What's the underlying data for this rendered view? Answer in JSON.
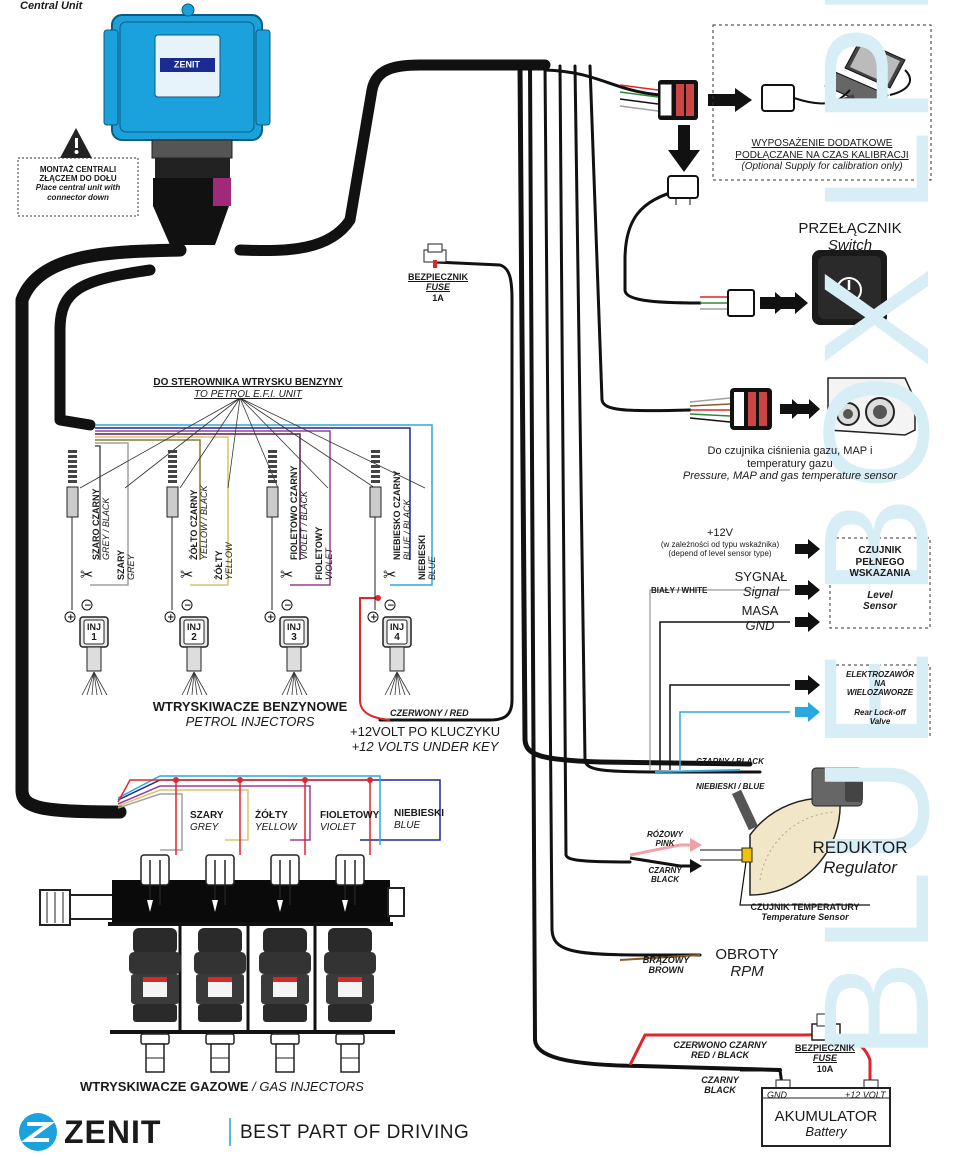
{
  "labels": {
    "central_unit": "Central Unit",
    "mount_note": [
      "MONTAŻ CENTRALI",
      "ZŁĄCZEM DO DOŁU",
      "Place central unit with",
      "connector down"
    ],
    "unit_brand": "ZENIT",
    "fuse_small": [
      "BEZPIECZNIK",
      "FUSE",
      "1A"
    ],
    "petrol_ecu": [
      "DO STEROWNIKA WTRYSKU BENZYNY",
      "TO PETROL E.F.I. UNIT"
    ],
    "calib_box": [
      "WYPOSAŻENIE DODATKOWE",
      "PODŁĄCZANE NA CZAS KALIBRACJI",
      "(Optional Supply for calibration only)"
    ],
    "switch": [
      "PRZEŁĄCZNIK",
      "Switch"
    ],
    "pressure_sensor": [
      "Do czujnika ciśnienia gazu, MAP i",
      "temperatury gazu",
      "Pressure, MAP and gas temperature sensor"
    ],
    "plus12v": [
      "+12V",
      "(w zależności od typu wskaźnika)",
      "(depend of level sensor type)"
    ],
    "signal": [
      "SYGNAŁ",
      "Signal"
    ],
    "white_wire": "BIAŁY / WHITE",
    "gnd": [
      "MASA",
      "GND"
    ],
    "level_sensor": [
      "CZUJNIK",
      "PEŁNEGO",
      "WSKAZANIA",
      "Level",
      "Sensor"
    ],
    "solenoid": [
      "ELEKTROZAWÓR",
      "NA",
      "WIELOZAWORZE",
      "Rear Lock-off",
      "Valve"
    ],
    "black_wire": "CZARNY / BLACK",
    "blue_wire": "NIEBIESKI / BLUE",
    "pink_wire": [
      "RÓŻOWY",
      "PINK"
    ],
    "black_wire2": [
      "CZARNY",
      "BLACK"
    ],
    "regulator": [
      "REDUKTOR",
      "Regulator"
    ],
    "temp_sensor": [
      "CZUJNIK TEMPERATURY",
      "Temperature Sensor"
    ],
    "brown_wire": [
      "BRĄZOWY",
      "BROWN"
    ],
    "rpm": [
      "OBROTY",
      "RPM"
    ],
    "red_black_wire": [
      "CZERWONO CZARNY",
      "RED / BLACK"
    ],
    "fuse_big": [
      "BEZPIECZNIK",
      "FUSE",
      "10A"
    ],
    "black_wire3": [
      "CZARNY",
      "BLACK"
    ],
    "battery": [
      "GND",
      "+12 VOLT",
      "AKUMULATOR",
      "Battery"
    ],
    "petrol_injectors": [
      "WTRYSKIWACZE BENZYNOWE",
      "PETROL INJECTORS"
    ],
    "red_wire": "CZERWONY / RED",
    "key12v": [
      "+12VOLT PO KLUCZYKU",
      "+12 VOLTS UNDER KEY"
    ],
    "gas_colors": [
      [
        "SZARY",
        "GREY"
      ],
      [
        "ŻÓŁTY",
        "YELLOW"
      ],
      [
        "FIOLETOWY",
        "VIOLET"
      ],
      [
        "NIEBIESKI",
        "BLUE"
      ]
    ],
    "gas_injectors": [
      "WTRYSKIWACZE GAZOWE",
      " / GAS INJECTORS"
    ],
    "inj_wires": [
      {
        "pair": [
          "SZARO CZARNY",
          "GREY / BLACK"
        ],
        "single": [
          "SZARY",
          "GREY"
        ],
        "inj": "INJ",
        "num": "1"
      },
      {
        "pair": [
          "ŻÓŁTO CZARNY",
          "YELLOW / BLACK"
        ],
        "single": [
          "ŻÓŁTY",
          "YELLOW"
        ],
        "inj": "INJ",
        "num": "2"
      },
      {
        "pair": [
          "FIOLETOWO CZARNY",
          "VIOLET / BLACK"
        ],
        "single": [
          "FIOLETOWY",
          "VIOLET"
        ],
        "inj": "INJ",
        "num": "3"
      },
      {
        "pair": [
          "NIEBIESKO CZARNY",
          "BLUE / BLACK"
        ],
        "single": [
          "NIEBIESKI",
          "BLUE"
        ],
        "inj": "INJ",
        "num": "4"
      }
    ],
    "footer_brand": "ZENIT",
    "footer_slogan": "BEST PART OF DRIVING",
    "watermark": "BLUE BOX LPI"
  },
  "colors": {
    "unit_blue": "#1ba1dc",
    "wire_black": "#111111",
    "wire_red": "#e0262b",
    "wire_blue": "#2aa8e0",
    "wire_yellow": "#d9c46a",
    "wire_violet": "#9b3b9b",
    "wire_grey": "#a0a0a0",
    "wire_pink": "#f2a0a8",
    "wire_brown": "#8a5a2b",
    "navy": "#1b2b8f"
  }
}
